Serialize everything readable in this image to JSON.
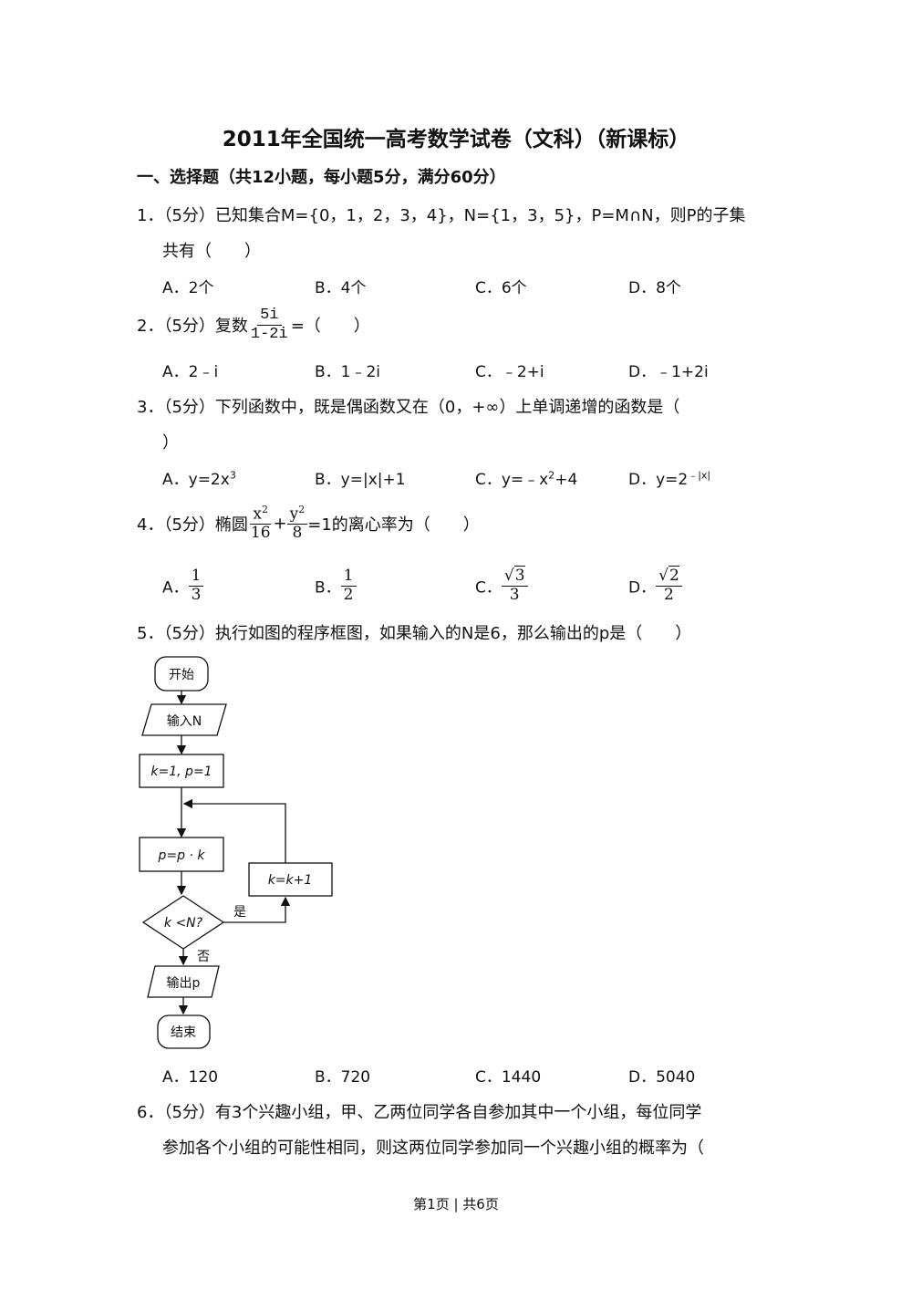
{
  "title": "2011年全国统一高考数学试卷（文科）（新课标）",
  "section": "一、选择题（共12小题，每小题5分，满分60分）",
  "q1": {
    "line1": "1．（5分）已知集合M={0，1，2，3，4}，N={1，3，5}，P=M∩N，则P的子集",
    "line2": "共有（　　）",
    "options": [
      "A．2个",
      "B．4个",
      "C．6个",
      "D．8个"
    ]
  },
  "q2": {
    "prefix": "2．（5分）复数",
    "num": "5i",
    "den": "1-2i",
    "suffix": "=（　　）",
    "options": [
      "A．2﹣i",
      "B．1﹣2i",
      "C．﹣2+i",
      "D．﹣1+2i"
    ]
  },
  "q3": {
    "line1": "3．（5分）下列函数中，既是偶函数又在（0，+∞）上单调递增的函数是（",
    "line2": "）",
    "optA": "A．y=2x",
    "optA_sup": "3",
    "optB": "B．y=|x|+1",
    "optC": "C．y=﹣x",
    "optC_sup": "2",
    "optC_tail": "+4",
    "optD": "D．y=2",
    "optD_sup": "﹣|x|"
  },
  "q4": {
    "prefix": "4．（5分）椭圆",
    "frac1_num": "x",
    "frac1_sup": "2",
    "frac1_den": "16",
    "plus": "+",
    "frac2_num": "y",
    "frac2_sup": "2",
    "frac2_den": "8",
    "suffix": "=1的离心率为（　　）",
    "optA_label": "A．",
    "optA_num": "1",
    "optA_den": "3",
    "optB_label": "B．",
    "optB_num": "1",
    "optB_den": "2",
    "optC_label": "C．",
    "optC_rad": "3",
    "optC_den": "3",
    "optD_label": "D．",
    "optD_rad": "2",
    "optD_den": "2"
  },
  "q5": {
    "line1": "5．（5分）执行如图的程序框图，如果输入的N是6，那么输出的p是（　　）",
    "flow": {
      "start": "开始",
      "input": "输入N",
      "init": "k=1, p=1",
      "assign": "p=p · k",
      "increment": "k=k+1",
      "condition": "k <N?",
      "yes": "是",
      "no": "否",
      "output": "输出p",
      "end": "结束"
    },
    "options": [
      "A．120",
      "B．720",
      "C．1440",
      "D．5040"
    ]
  },
  "q6": {
    "line1": "6．（5分）有3个兴趣小组，甲、乙两位同学各自参加其中一个小组，每位同学",
    "line2": "参加各个小组的可能性相同，则这两位同学参加同一个兴趣小组的概率为（"
  },
  "footer": "第1页 | 共6页"
}
